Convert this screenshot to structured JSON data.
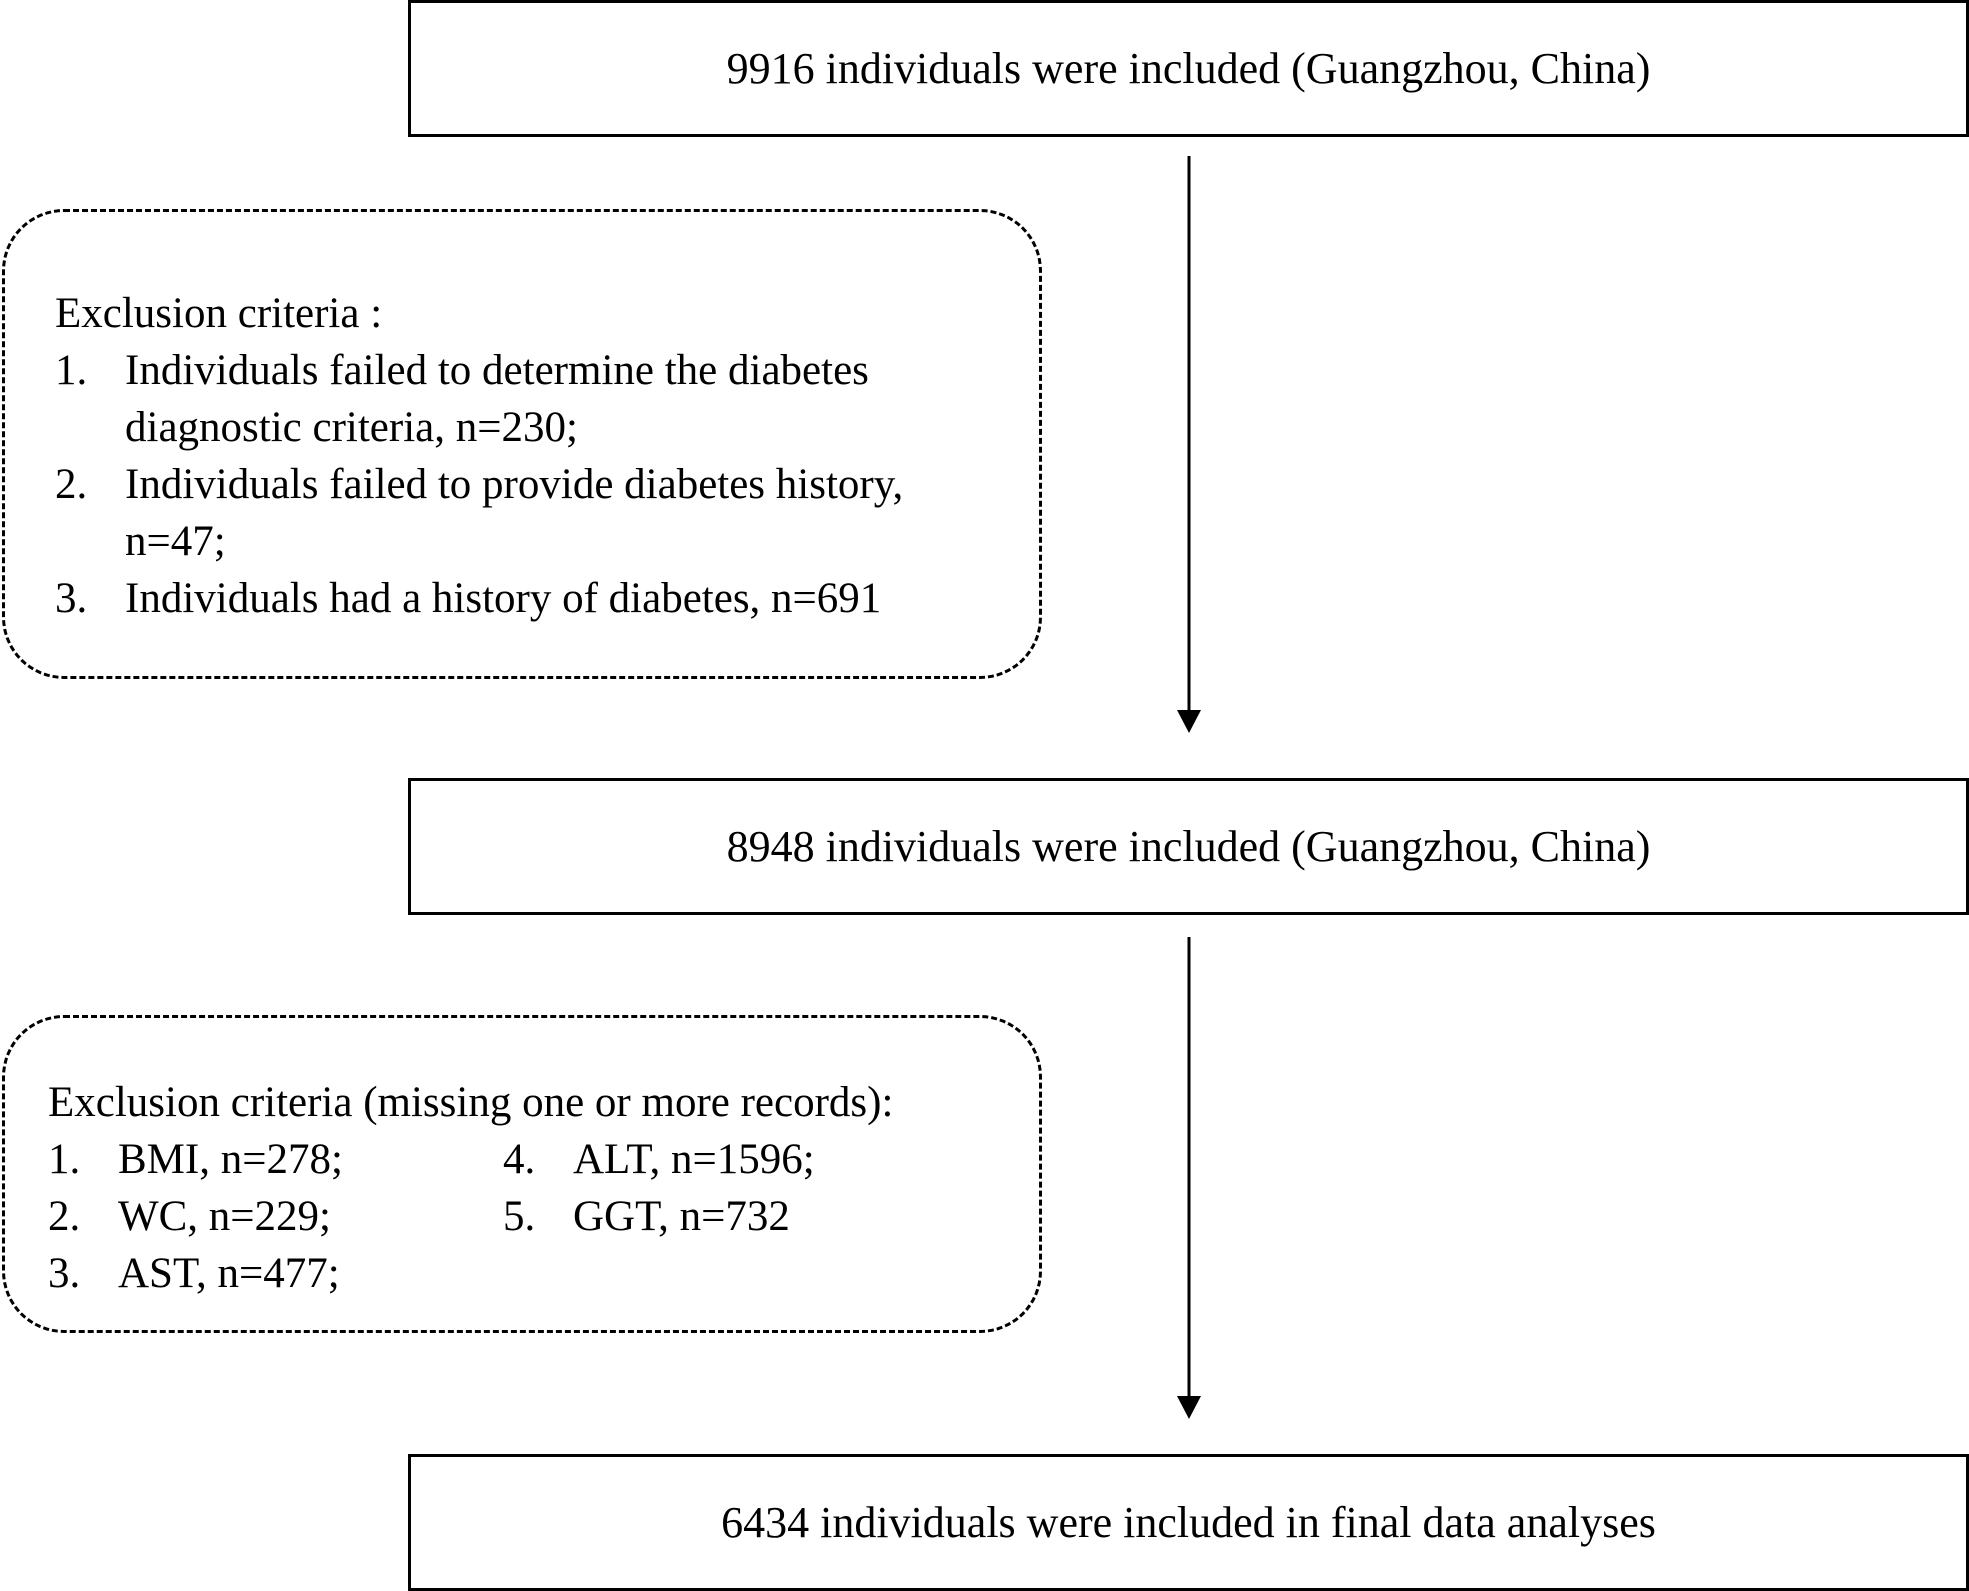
{
  "boxes": {
    "top": "9916 individuals were included (Guangzhou, China)",
    "middle": "8948 individuals were included (Guangzhou, China)",
    "bottom": "6434 individuals were included in final data analyses"
  },
  "exclusion1": {
    "heading": "Exclusion criteria :",
    "items": [
      {
        "num": "1.",
        "lines": [
          "Individuals failed to determine the diabetes",
          "diagnostic criteria, n=230;"
        ]
      },
      {
        "num": "2.",
        "lines": [
          "Individuals failed to provide diabetes history,",
          "n=47;"
        ]
      },
      {
        "num": "3.",
        "lines": [
          "Individuals had a history of diabetes, n=691"
        ]
      }
    ]
  },
  "exclusion2": {
    "heading": "Exclusion criteria (missing one or more records):",
    "items": [
      {
        "num": "1.",
        "text": "BMI, n=278;"
      },
      {
        "num": "4.",
        "text": "ALT, n=1596;"
      },
      {
        "num": "2.",
        "text": "WC, n=229;"
      },
      {
        "num": "5.",
        "text": "GGT, n=732"
      },
      {
        "num": "3.",
        "text": "AST, n=477;"
      }
    ]
  }
}
